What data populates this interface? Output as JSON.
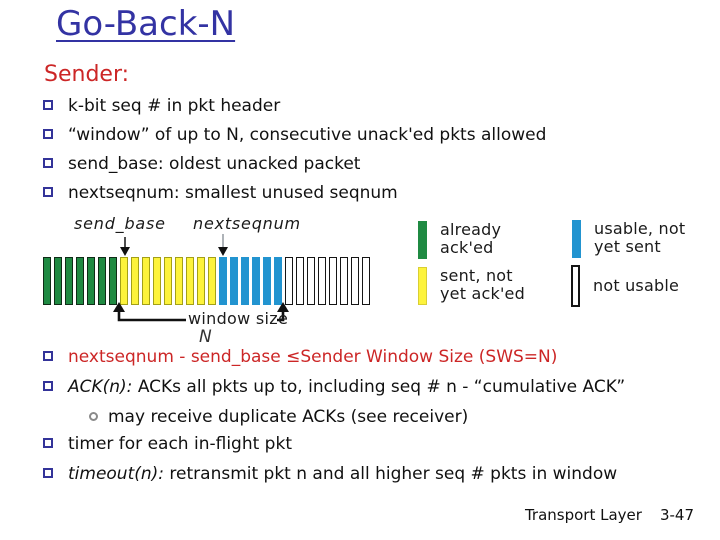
{
  "colors": {
    "title_blue": "#3333a3",
    "accent_red": "#cc2626",
    "bullet_navy": "#333399",
    "green": "#1f8a42",
    "yellow": "#fdf33c",
    "blue": "#2294d0",
    "white": "#ffffff"
  },
  "title": "Go-Back-N",
  "section_heading": "Sender:",
  "bullets_top": [
    "k-bit seq # in pkt header",
    "“window” of up to N, consecutive unack'ed pkts allowed",
    "send_base: oldest unacked packet",
    "nextseqnum: smallest unused seqnum"
  ],
  "diagram": {
    "send_base_label": "send_base",
    "nextseqnum_label": "nextseqnum",
    "window_size_label": "window size",
    "window_n_label": "N",
    "segments": [
      {
        "name": "already-acked",
        "count": 7,
        "color": "#1f8a42",
        "border": "#0f2c17"
      },
      {
        "name": "sent-not-yet-acked",
        "count": 9,
        "color": "#fdf33c",
        "border": "#a3a017"
      },
      {
        "name": "usable-not-yet-sent",
        "count": 6,
        "color": "#2294d0",
        "border": "#2294d0"
      },
      {
        "name": "not-usable",
        "count": 8,
        "color": "#ffffff",
        "border": "#151515"
      }
    ],
    "legend": [
      {
        "name": "already-acked",
        "color": "#1f8a42",
        "border": "#1f8a42",
        "line1": "already",
        "line2": "ack'ed"
      },
      {
        "name": "sent-not-yet-acked",
        "color": "#fdf33c",
        "border": "#d9cf33",
        "line1": "sent, not",
        "line2": "yet ack'ed"
      },
      {
        "name": "usable-not-yet-sent",
        "color": "#2294d0",
        "border": "#2294d0",
        "line1": "usable, not",
        "line2": "yet sent"
      },
      {
        "name": "not-usable",
        "color": "#ffffff",
        "border": "#151515",
        "line1": "not usable",
        "line2": ""
      }
    ]
  },
  "bullets_bottom": [
    {
      "lead": "",
      "text": "nextseqnum - send_base ≤Sender Window Size (SWS=N)"
    },
    {
      "lead": "ACK(n):",
      "text": " ACKs all pkts up to, including seq # n - “cumulative ACK”"
    },
    {
      "lead": "",
      "text": "may receive duplicate ACKs (see receiver)"
    },
    {
      "lead": "",
      "text": "timer for each in-flight pkt"
    },
    {
      "lead": "timeout(n):",
      "text": " retransmit pkt n and all higher seq # pkts in window"
    }
  ],
  "footer": {
    "label": "Transport Layer",
    "page": "3-47"
  }
}
